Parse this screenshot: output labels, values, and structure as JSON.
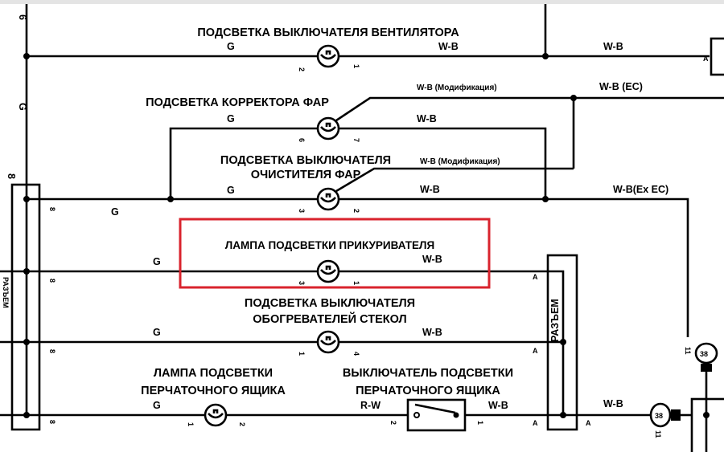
{
  "components": {
    "fan_switch": {
      "label": "ПОДСВЕТКА ВЫКЛЮЧАТЕЛЯ ВЕНТИЛЯТОРА",
      "pin_left": "2",
      "pin_right": "1"
    },
    "headlight_leveler": {
      "label": "ПОДСВЕТКА КОРРЕКТОРА ФАР",
      "pin_left": "6",
      "pin_right": "7"
    },
    "headlight_cleaner_switch": {
      "label_line1": "ПОДСВЕТКА ВЫКЛЮЧАТЕЛЯ",
      "label_line2": "ОЧИСТИТЕЛЯ ФАР",
      "pin_left": "3",
      "pin_right": "2"
    },
    "cigarette_lighter": {
      "label": "ЛАМПА ПОДСВЕТКИ ПРИКУРИВАТЕЛЯ",
      "pin_left": "3",
      "pin_right": "1",
      "highlighted": true
    },
    "defogger_switch": {
      "label_line1": "ПОДСВЕТКА ВЫКЛЮЧАТЕЛЯ",
      "label_line2": "ОБОГРЕВАТЕЛЕЙ СТЕКОЛ",
      "pin_left": "1",
      "pin_right": "4"
    },
    "glovebox_lamp": {
      "label_line1": "ЛАМПА ПОДСВЕТКИ",
      "label_line2": "ПЕРЧАТОЧНОГО ЯЩИКА",
      "pin_left": "1",
      "pin_right": "2"
    },
    "glovebox_switch": {
      "label_line1": "ВЫКЛЮЧАТЕЛЬ ПОДСВЕТКИ",
      "label_line2": "ПЕРЧАТОЧНОГО ЯЩИКА",
      "pin_left": "2",
      "pin_right": "1"
    }
  },
  "wires": {
    "g": "G",
    "wb": "W-B",
    "wb_mod": "W-B (Модификация)",
    "wb_ec": "W-B (EC)",
    "wb_ex_ec": "W-B(Ex   EC)",
    "rw": "R-W"
  },
  "connectors": {
    "left_label": "РАЗЪЕМ",
    "right_label": "РАЗЪЕМ",
    "pin_8": "8",
    "pin_6": "6",
    "pin_a": "A",
    "pin_11": "11",
    "code_38": "38"
  },
  "highlight_color": "#d9232d"
}
